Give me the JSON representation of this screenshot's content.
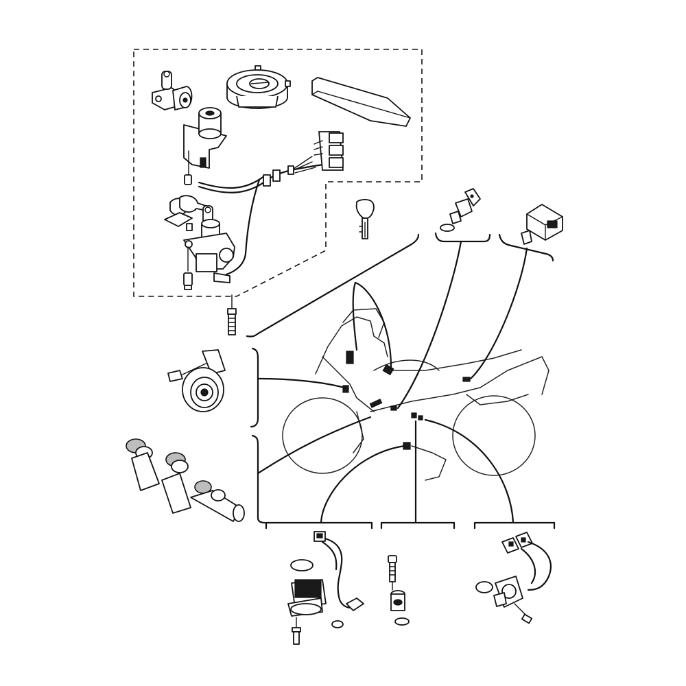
{
  "diagram": {
    "parts": [
      {
        "name": "seat-lock"
      },
      {
        "name": "fuel-tank-cap"
      },
      {
        "name": "seat-cover-plate"
      },
      {
        "name": "main-switch-assembly"
      },
      {
        "name": "key"
      },
      {
        "name": "sensor-unit"
      },
      {
        "name": "relay"
      },
      {
        "name": "horn"
      },
      {
        "name": "spark-plug-caps"
      },
      {
        "name": "neutral-switch"
      },
      {
        "name": "sidestand-switch"
      },
      {
        "name": "speed-sensor"
      }
    ]
  }
}
